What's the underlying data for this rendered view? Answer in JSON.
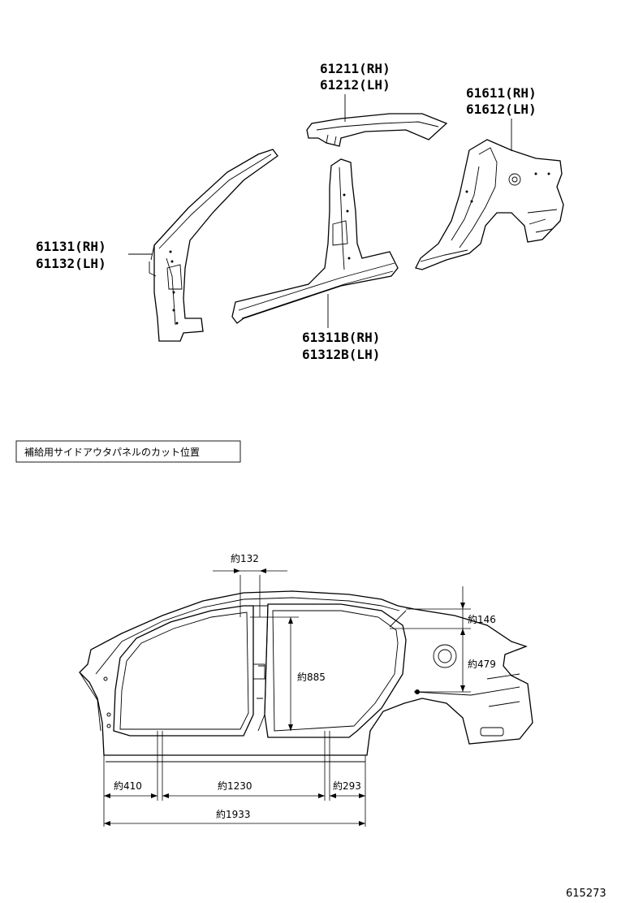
{
  "parts": {
    "roof_side_rail": {
      "rh": "61211(RH)",
      "lh": "61212(LH)"
    },
    "quarter_panel": {
      "rh": "61611(RH)",
      "lh": "61612(LH)"
    },
    "front_pillar": {
      "rh": "61131(RH)",
      "lh": "61132(LH)"
    },
    "rocker_center_pillar": {
      "rh": "61311B(RH)",
      "lh": "61312B(LH)"
    }
  },
  "note_box": {
    "text": "補給用サイドアウタパネルのカット位置"
  },
  "dimensions": {
    "pillar_width": "約132",
    "roof_to_belt": "約146",
    "quarter_height": "約479",
    "pillar_height": "約885",
    "front_section": "約410",
    "center_section": "約1230",
    "rear_section": "約293",
    "overall_length": "約1933"
  },
  "figure_number": "615273"
}
